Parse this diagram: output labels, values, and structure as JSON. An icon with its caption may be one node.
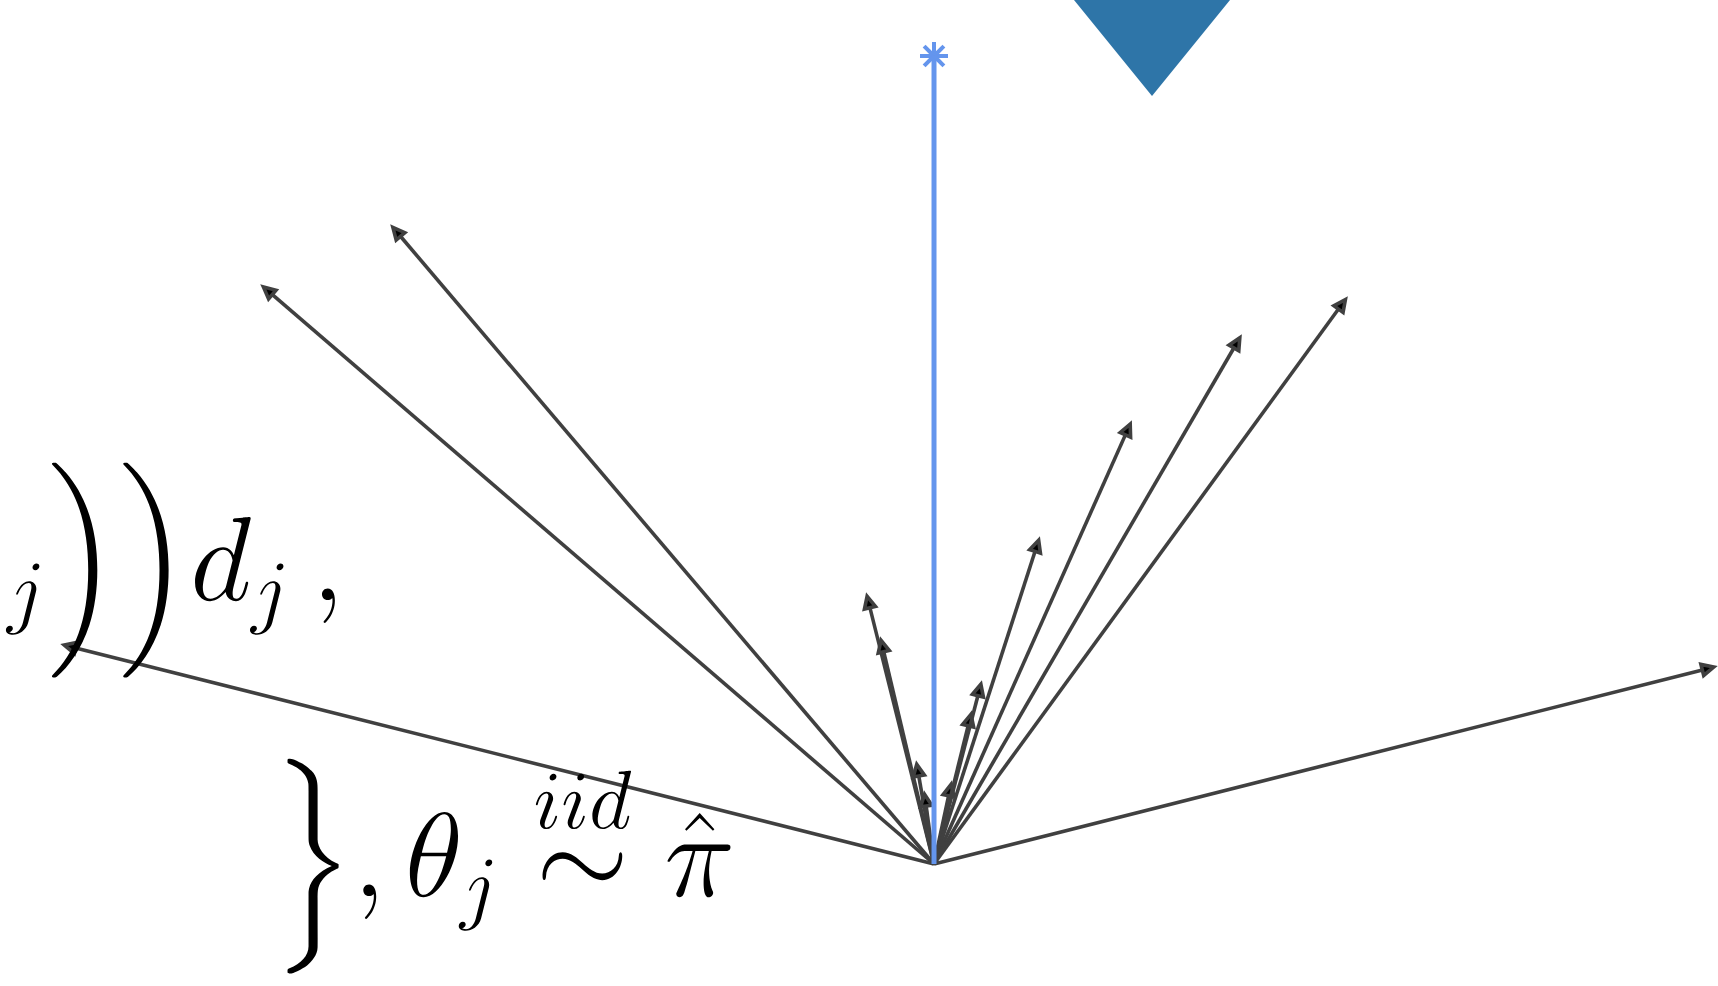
{
  "diagram": {
    "nodes": [
      {
        "text": [],
        "shape": "triangle"
      }
    ],
    "labels": [
      "{}_j\\Big)\\Big)d_j\\,,",
      "\\Big\\},\\theta_j\\overset{iid}{\\sim}\\hat{\\pi}"
    ]
  }
}
